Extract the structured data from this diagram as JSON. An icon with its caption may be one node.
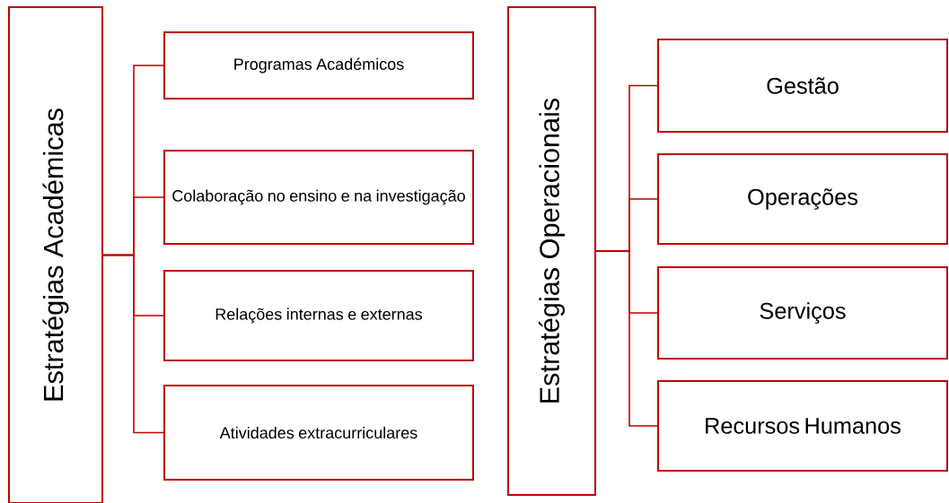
{
  "diagram": {
    "nodes": [
      {
        "text": [
          "Estratégias Académicas"
        ]
      },
      {
        "text": [
          "Programas Académicos"
        ]
      },
      {
        "text": [
          "Colaboração no ensino e na investigação"
        ]
      },
      {
        "text": [
          "Relações internas e externas"
        ]
      },
      {
        "text": [
          "Atividades extracurriculares"
        ]
      },
      {
        "text": [
          "Estratégias Operacionais"
        ]
      },
      {
        "text": [
          "Gestão"
        ]
      },
      {
        "text": [
          "Operações"
        ]
      },
      {
        "text": [
          "Serviços"
        ]
      },
      {
        "text": [
          "Recursos Humanos"
        ]
      }
    ],
    "edges": [
      {
        "from": 0,
        "to": 1,
        "arrow": "none"
      },
      {
        "from": 0,
        "to": 2,
        "arrow": "none"
      },
      {
        "from": 0,
        "to": 3,
        "arrow": "none"
      },
      {
        "from": 0,
        "to": 4,
        "arrow": "none"
      },
      {
        "from": 5,
        "to": 6,
        "arrow": "none"
      },
      {
        "from": 5,
        "to": 7,
        "arrow": "none"
      },
      {
        "from": 5,
        "to": 8,
        "arrow": "none"
      },
      {
        "from": 5,
        "to": 9,
        "arrow": "none"
      }
    ]
  }
}
